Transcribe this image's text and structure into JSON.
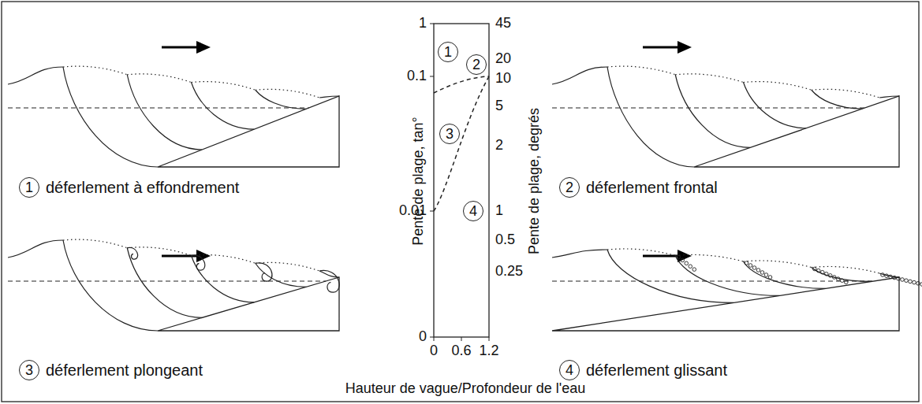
{
  "diagram": {
    "nodes": [
      {
        "text": [
          "1",
          "déferlement à effondrement"
        ]
      },
      {
        "text": [
          "2",
          "déferlement frontal"
        ]
      },
      {
        "text": [
          "3",
          "déferlement plongeant"
        ]
      },
      {
        "text": [
          "4",
          "déferlement glissant"
        ]
      },
      {
        "text": [
          "1"
        ]
      },
      {
        "text": [
          "2"
        ]
      },
      {
        "text": [
          "3"
        ]
      },
      {
        "text": [
          "4"
        ]
      }
    ],
    "labels": [
      "1",
      "0.1",
      "0.01",
      "0",
      "Pente de plage, tan°",
      "45",
      "20",
      "10",
      "5",
      "2",
      "1",
      "0.5",
      "0.25",
      "Pente de plage, degrés",
      "0",
      "0.6",
      "1.2",
      "Hauteur de vague/Profondeur de l'eau"
    ]
  }
}
